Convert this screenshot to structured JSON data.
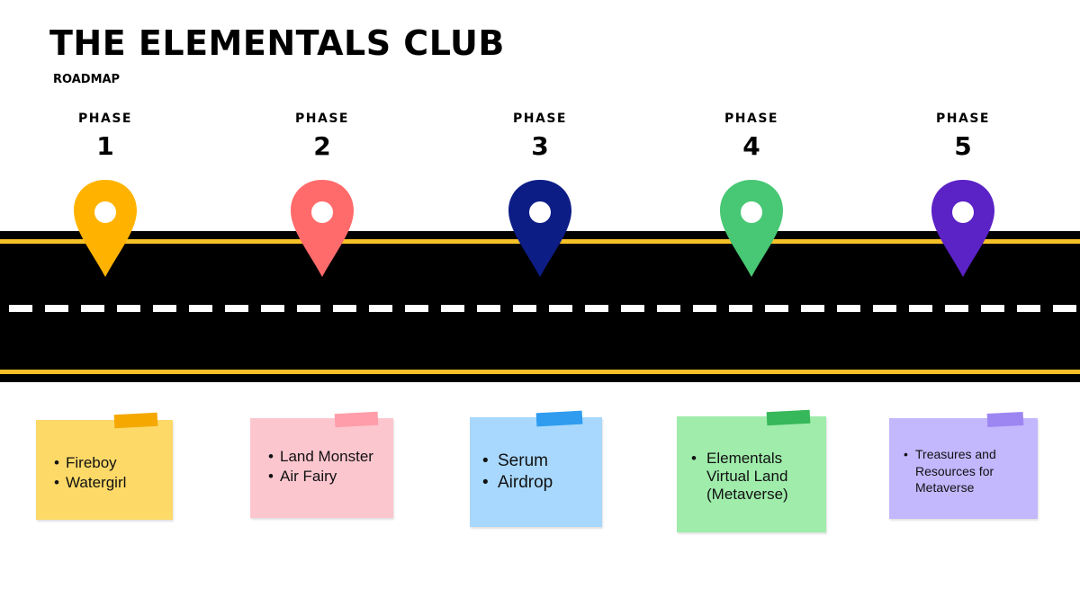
{
  "header": {
    "title": "THE ELEMENTALS CLUB",
    "subtitle": "ROADMAP"
  },
  "colors": {
    "road": "#000000",
    "road_edge": "#f6c028",
    "lane_dash": "#ffffff"
  },
  "phases": [
    {
      "label": "PHASE",
      "number": "1",
      "pin_color": "#ffb300",
      "pin-icon": "map-pin-icon",
      "note": {
        "color": "#fdd967",
        "tape_color": "#f5a800",
        "items": [
          "Fireboy",
          "Watergirl"
        ]
      }
    },
    {
      "label": "PHASE",
      "number": "2",
      "pin_color": "#ff6b6b",
      "note": {
        "color": "#fcc6cf",
        "tape_color": "#ff9eaa",
        "items": [
          "Land Monster",
          "Air Fairy"
        ]
      }
    },
    {
      "label": "PHASE",
      "number": "3",
      "pin_color": "#0d1d86",
      "note": {
        "color": "#a8d8fd",
        "tape_color": "#2f9cf0",
        "items": [
          "Serum",
          "Airdrop"
        ]
      }
    },
    {
      "label": "PHASE",
      "number": "4",
      "pin_color": "#48c774",
      "note": {
        "color": "#9fecab",
        "tape_color": "#37b85a",
        "items": [
          "Elementals Virtual Land (Metaverse)"
        ]
      }
    },
    {
      "label": "PHASE",
      "number": "5",
      "pin_color": "#5b22c6",
      "note": {
        "color": "#c3b7fd",
        "tape_color": "#9d86f2",
        "items": [
          "Treasures and Resources for Metaverse"
        ]
      }
    }
  ]
}
